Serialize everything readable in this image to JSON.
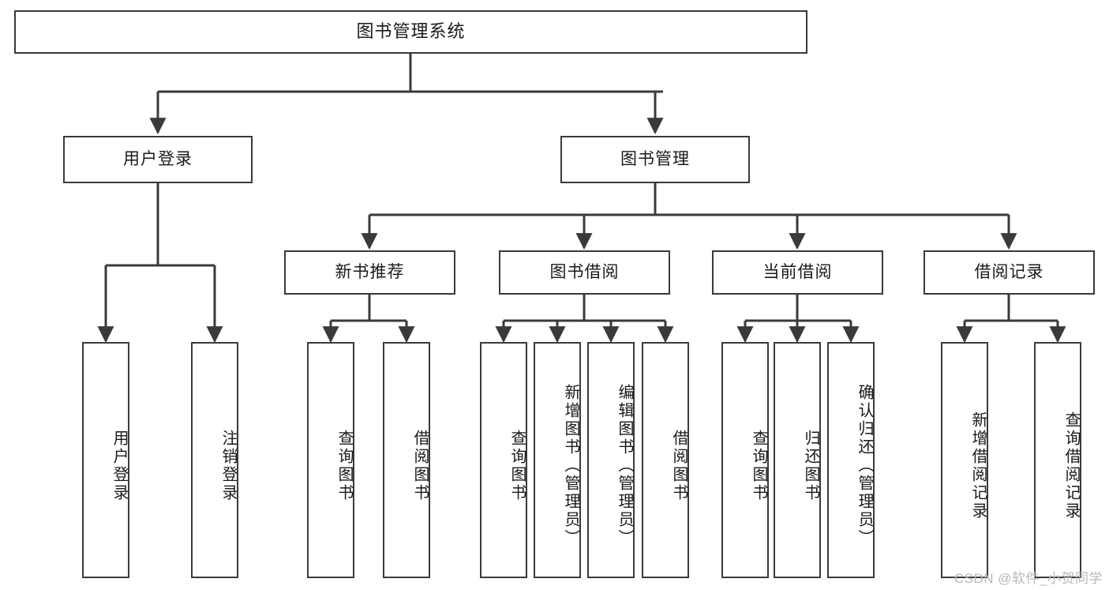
{
  "diagram": {
    "title": "图书管理系统",
    "type": "functional-structure-tree",
    "line_color": "#3a3a3a",
    "box_fill": "#ffffff",
    "background": "#ffffff"
  },
  "root": {
    "label": "图书管理系统"
  },
  "level2": [
    {
      "id": "user-login",
      "label": "用户登录"
    },
    {
      "id": "book-manage",
      "label": "图书管理"
    }
  ],
  "level3": [
    {
      "id": "new-book-recommend",
      "label": "新书推荐"
    },
    {
      "id": "book-borrow",
      "label": "图书借阅"
    },
    {
      "id": "current-borrow",
      "label": "当前借阅"
    },
    {
      "id": "borrow-record",
      "label": "借阅记录"
    }
  ],
  "leaves": {
    "user_login": [
      {
        "id": "leaf-user-login",
        "label": "用户登录"
      },
      {
        "id": "leaf-logout-login",
        "label": "注销登录"
      }
    ],
    "new_book_recommend": [
      {
        "id": "leaf-query-book-1",
        "label": "查询图书"
      },
      {
        "id": "leaf-borrow-book-1",
        "label": "借阅图书"
      }
    ],
    "book_borrow": [
      {
        "id": "leaf-query-book-2",
        "label": "查询图书"
      },
      {
        "id": "leaf-add-book",
        "label": "新增图书（管理员）"
      },
      {
        "id": "leaf-edit-book",
        "label": "编辑图书（管理员）"
      },
      {
        "id": "leaf-borrow-book-2",
        "label": "借阅图书"
      }
    ],
    "current_borrow": [
      {
        "id": "leaf-query-book-3",
        "label": "查询图书"
      },
      {
        "id": "leaf-return-book",
        "label": "归还图书"
      },
      {
        "id": "leaf-confirm-return",
        "label": "确认归还（管理员）"
      }
    ],
    "borrow_record": [
      {
        "id": "leaf-add-record",
        "label": "新增借阅记录"
      },
      {
        "id": "leaf-query-record",
        "label": "查询借阅记录"
      }
    ]
  },
  "watermark": {
    "text": "CSDN @软件_小贺同学"
  }
}
